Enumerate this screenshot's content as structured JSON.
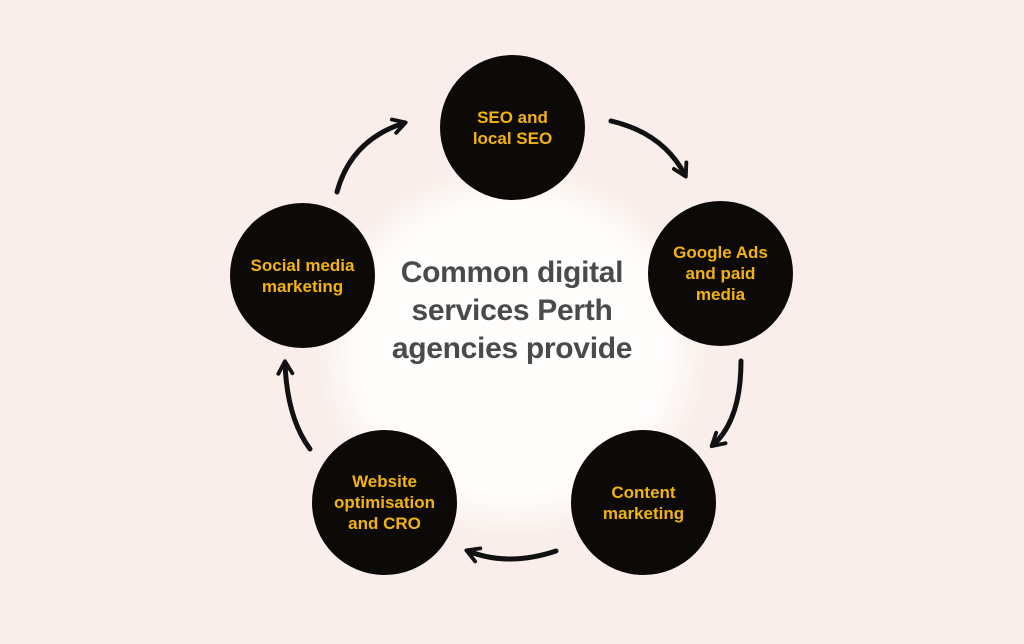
{
  "title": {
    "lines": "Common digital\nservices Perth\nagencies provide"
  },
  "diagram": {
    "type": "cycle",
    "direction": "clockwise",
    "nodes": [
      {
        "id": "seo",
        "position": "top",
        "label": "SEO and\nlocal SEO"
      },
      {
        "id": "google-ads",
        "position": "right",
        "label": "Google Ads\nand paid\nmedia"
      },
      {
        "id": "content",
        "position": "bottom-right",
        "label": "Content\nmarketing"
      },
      {
        "id": "website",
        "position": "bottom-left",
        "label": "Website\noptimisation\nand CRO"
      },
      {
        "id": "social",
        "position": "left",
        "label": "Social media\nmarketing"
      }
    ],
    "colors": {
      "background": "#f9eee9",
      "inner_circle": "#fffefd",
      "node_fill": "#0c0907",
      "node_text": "#f2b40c",
      "title_text": "#4a4a4a",
      "arrow": "#111111"
    }
  }
}
